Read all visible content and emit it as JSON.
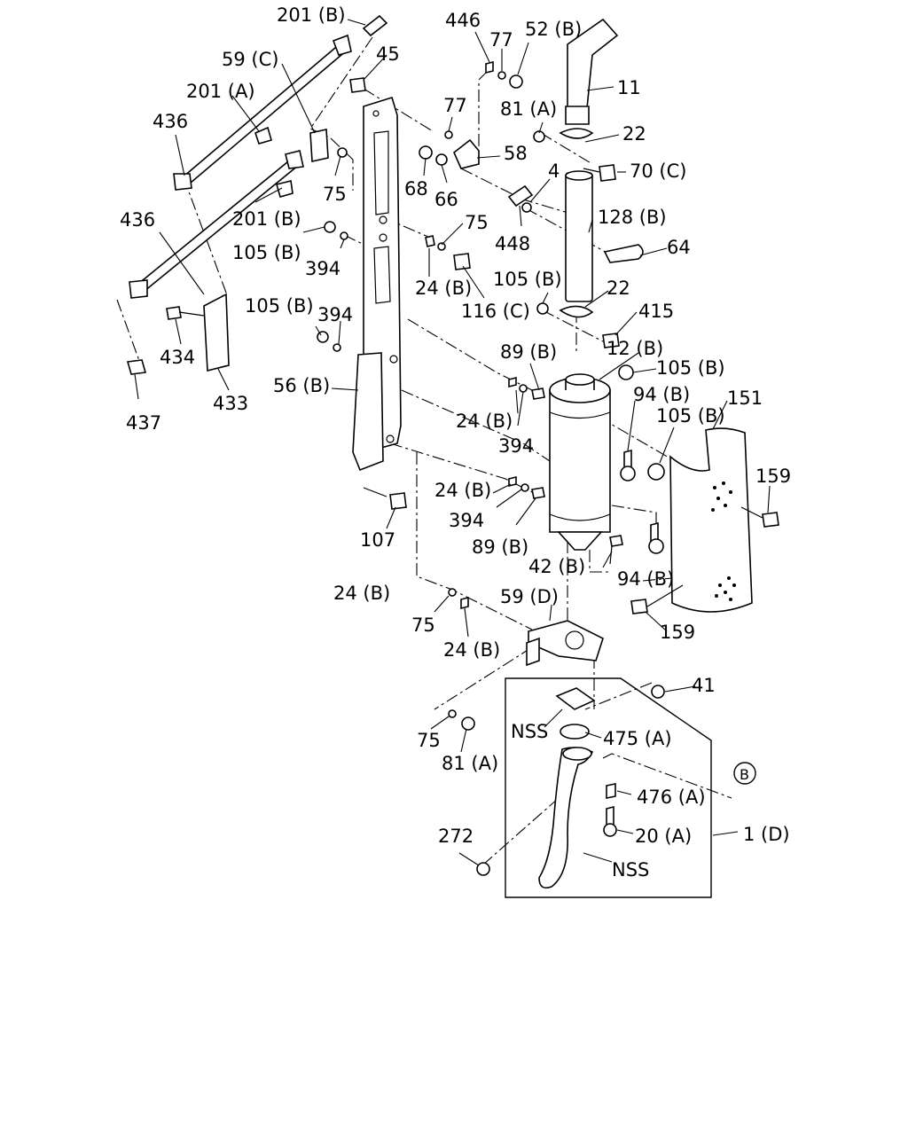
{
  "labels": {
    "l201b_top": "201 (B)",
    "l59c": "59 (C)",
    "l201a": "201 (A)",
    "l436_top": "436",
    "l436_bottom": "436",
    "l201b_mid": "201 (B)",
    "l75_a": "75",
    "l105b_a": "105 (B)",
    "l394_a": "394",
    "l105b_b": "105 (B)",
    "l394_b": "394",
    "l434": "434",
    "l433": "433",
    "l437": "437",
    "l56b": "56 (B)",
    "l45": "45",
    "l446": "446",
    "l77_a": "77",
    "l52b": "52 (B)",
    "l77_b": "77",
    "l68": "68",
    "l66": "66",
    "l58": "58",
    "l75_b": "75",
    "l448": "448",
    "l24b_a": "24 (B)",
    "l116c": "116 (C)",
    "l11": "11",
    "l81a_top": "81 (A)",
    "l22_top": "22",
    "l70c": "70 (C)",
    "l4": "4",
    "l128b": "128 (B)",
    "l64": "64",
    "l105b_c": "105 (B)",
    "l22_mid": "22",
    "l415": "415",
    "l89b_top": "89 (B)",
    "l12b": "12 (B)",
    "l105b_d": "105 (B)",
    "l151": "151",
    "l94b_top": "94 (B)",
    "l105b_e": "105 (B)",
    "l24b_b": "24 (B)",
    "l394_c": "394",
    "l159_top": "159",
    "l24b_c": "24 (B)",
    "l394_d": "394",
    "l89b_bottom": "89 (B)",
    "l107": "107",
    "l42b": "42 (B)",
    "l94b_bottom": "94 (B)",
    "l24b_d": "24 (B)",
    "l59d": "59 (D)",
    "l75_c": "75",
    "l24b_e": "24 (B)",
    "l159_bottom": "159",
    "l41": "41",
    "lnss_top": "NSS",
    "l475a": "475 (A)",
    "l75_d": "75",
    "l81a_bottom": "81 (A)",
    "lb_circle": "B",
    "l476a": "476 (A)",
    "l272": "272",
    "l20a": "20 (A)",
    "l1d": "1 (D)",
    "lnss_bottom": "NSS"
  }
}
